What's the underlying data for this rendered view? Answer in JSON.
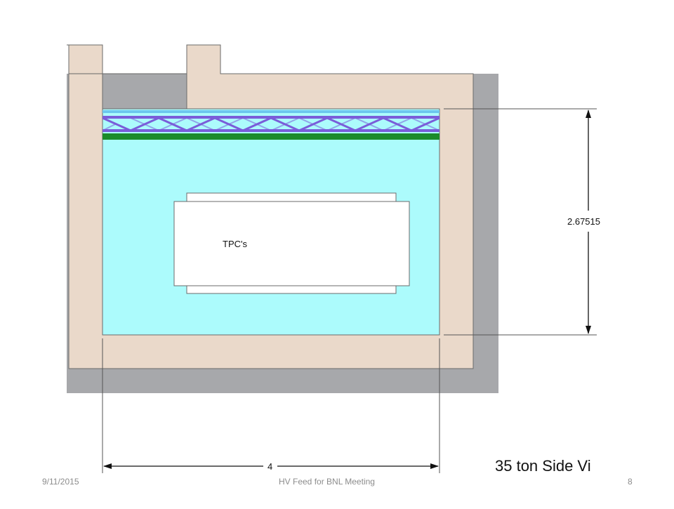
{
  "diagram": {
    "tpc_label": "TPC's",
    "height_dimension": "2.67515",
    "width_dimension": "4",
    "view_title": "35 ton Side Vi",
    "colors": {
      "cryostat_wall": "#ead9ca",
      "outer_shell": "#a7a8ab",
      "liquid_argon": "#acfbfc",
      "truss": "#7a5dd9",
      "green_plane": "#1b8b2a",
      "tpc_box": "#ffffff",
      "line": "#555555"
    }
  },
  "footer": {
    "date": "9/11/2015",
    "title": "HV Feed for BNL Meeting",
    "page_number": "8"
  }
}
